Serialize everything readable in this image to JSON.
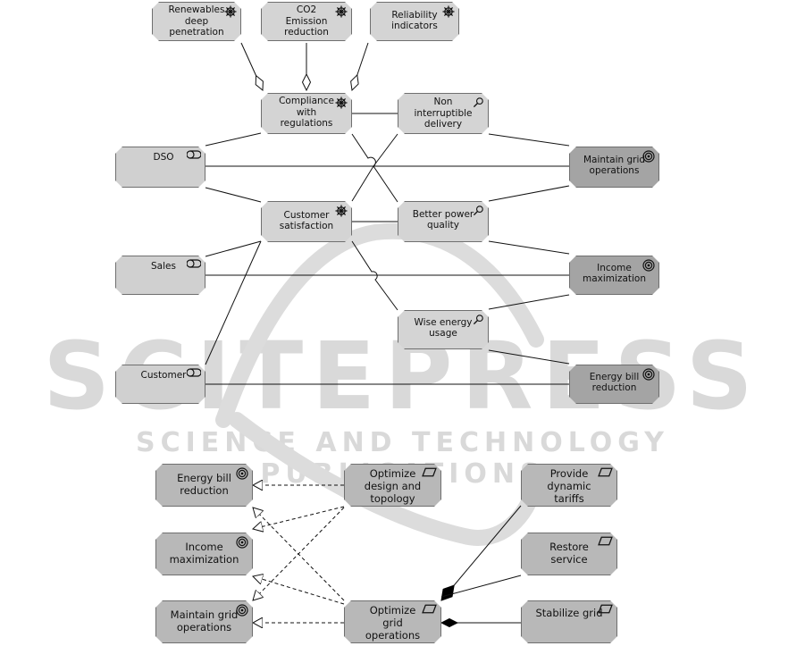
{
  "colors": {
    "goal_fill": "#d4d4d4",
    "stakeholder_fill": "#d0d0d0",
    "outcome_fill": "#b8b8b8",
    "top_outcome_fill": "#a4a4a4",
    "line": "#111111",
    "border": "#6f6f6f",
    "watermark": "#d9d9d9"
  },
  "watermark": {
    "title": "SCITEPRESS",
    "subtitle": "SCIENCE AND TECHNOLOGY PUBLICATIONS"
  },
  "nodes": [
    {
      "id": "renewables",
      "label": "Renewables\ndeep\npenetration",
      "icon": "driver-icon",
      "kind": "driver"
    },
    {
      "id": "co2",
      "label": "CO2\nEmission\nreduction",
      "icon": "driver-icon",
      "kind": "driver"
    },
    {
      "id": "reliability",
      "label": "Reliability\nindicators",
      "icon": "driver-icon",
      "kind": "driver"
    },
    {
      "id": "compliance",
      "label": "Compliance\nwith\nregulations",
      "icon": "driver-icon",
      "kind": "driver"
    },
    {
      "id": "non-interruptible",
      "label": "Non\ninterruptible\ndelivery",
      "icon": "assessment-icon",
      "kind": "assessment"
    },
    {
      "id": "dso",
      "label": "DSO",
      "icon": "stakeholder-icon",
      "kind": "stakeholder"
    },
    {
      "id": "maintain-grid-top",
      "label": "Maintain grid\noperations",
      "icon": "goal-icon",
      "kind": "goal"
    },
    {
      "id": "customer-satisfaction",
      "label": "Customer\nsatisfaction",
      "icon": "driver-icon",
      "kind": "driver"
    },
    {
      "id": "better-power",
      "label": "Better power\nquality",
      "icon": "assessment-icon",
      "kind": "assessment"
    },
    {
      "id": "sales",
      "label": "Sales",
      "icon": "stakeholder-icon",
      "kind": "stakeholder"
    },
    {
      "id": "income-top",
      "label": "Income\nmaximization",
      "icon": "goal-icon",
      "kind": "goal"
    },
    {
      "id": "wise-energy",
      "label": "Wise energy\nusage",
      "icon": "assessment-icon",
      "kind": "assessment"
    },
    {
      "id": "customer",
      "label": "Customer",
      "icon": "stakeholder-icon",
      "kind": "stakeholder"
    },
    {
      "id": "energy-bill-top",
      "label": "Energy bill\nreduction",
      "icon": "goal-icon",
      "kind": "goal"
    },
    {
      "id": "energy-bill-bottom",
      "label": "Energy bill\nreduction",
      "icon": "goal-icon",
      "kind": "goal2"
    },
    {
      "id": "income-bottom",
      "label": "Income\nmaximization",
      "icon": "goal-icon",
      "kind": "goal2"
    },
    {
      "id": "maintain-grid-bottom",
      "label": "Maintain grid\noperations",
      "icon": "goal-icon",
      "kind": "goal2"
    },
    {
      "id": "optimize-design",
      "label": "Optimize\ndesign and\ntopology",
      "icon": "outcome-icon",
      "kind": "outcome"
    },
    {
      "id": "optimize-grid",
      "label": "Optimize\ngrid\noperations",
      "icon": "outcome-icon",
      "kind": "outcome"
    },
    {
      "id": "provide-tariffs",
      "label": "Provide\ndynamic\ntariffs",
      "icon": "outcome-icon",
      "kind": "outcome"
    },
    {
      "id": "restore-service",
      "label": "Restore\nservice",
      "icon": "outcome-icon",
      "kind": "outcome"
    },
    {
      "id": "stabilize-grid",
      "label": "Stabilize grid",
      "icon": "outcome-icon",
      "kind": "outcome"
    }
  ]
}
